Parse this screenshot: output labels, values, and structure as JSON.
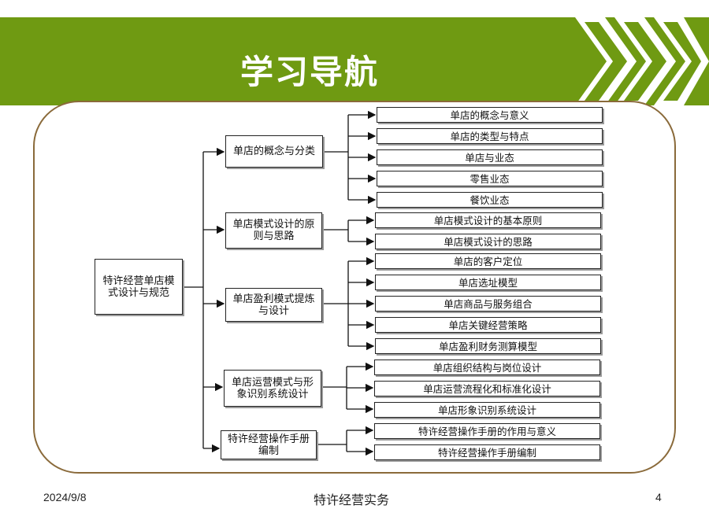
{
  "title": "学习导航",
  "root": "特许经营单店模式设计与规范",
  "branches": [
    {
      "label": "单店的概念与分类",
      "items": [
        "单店的概念与意义",
        "单店的类型与特点",
        "单店与业态",
        "零售业态",
        "餐饮业态"
      ]
    },
    {
      "label": "单店模式设计的原则与思路",
      "items": [
        "单店模式设计的基本原则",
        "单店模式设计的思路"
      ]
    },
    {
      "label": "单店盈利模式提炼与设计",
      "items": [
        "单店的客户定位",
        "单店选址模型",
        "单店商品与服务组合",
        "单店关键经营策略",
        "单店盈利财务测算模型"
      ]
    },
    {
      "label": "单店运营模式与形象识别系统设计",
      "items": [
        "单店组织结构与岗位设计",
        "单店运营流程化和标准化设计",
        "单店形象识别系统设计"
      ]
    },
    {
      "label": "特许经营操作手册编制",
      "items": [
        "特许经营操作手册的作用与意义",
        "特许经营操作手册编制"
      ]
    }
  ],
  "footer": {
    "date": "2024/9/8",
    "course": "特许经营实务",
    "page": "4"
  },
  "colors": {
    "banner": "#6f9a12",
    "panel_border": "#8a6a3a"
  }
}
